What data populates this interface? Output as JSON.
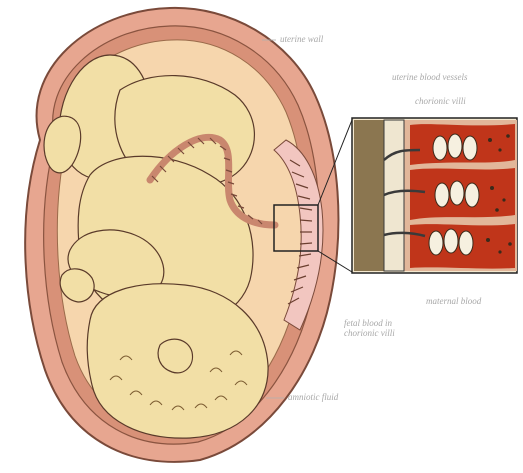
{
  "labels": {
    "uterine_wall": "uterine wall",
    "uterine_vessels": "uterine blood vessels",
    "chorionic_villi": "chorionic villi",
    "maternal_blood": "maternal blood",
    "fetal_blood": "fetal blood in chorionic villi",
    "amniotic_fluid": "amniotic fluid"
  },
  "colors": {
    "uterus_outer": "#e7a690",
    "uterus_inner": "#d89178",
    "amnion": "#f6d6ad",
    "fetus_skin": "#f2dfa6",
    "outline": "#5a3a2a",
    "placenta": "#f2c6c0",
    "villi_red": "#c0351a",
    "inset_tan": "#8b7650"
  }
}
